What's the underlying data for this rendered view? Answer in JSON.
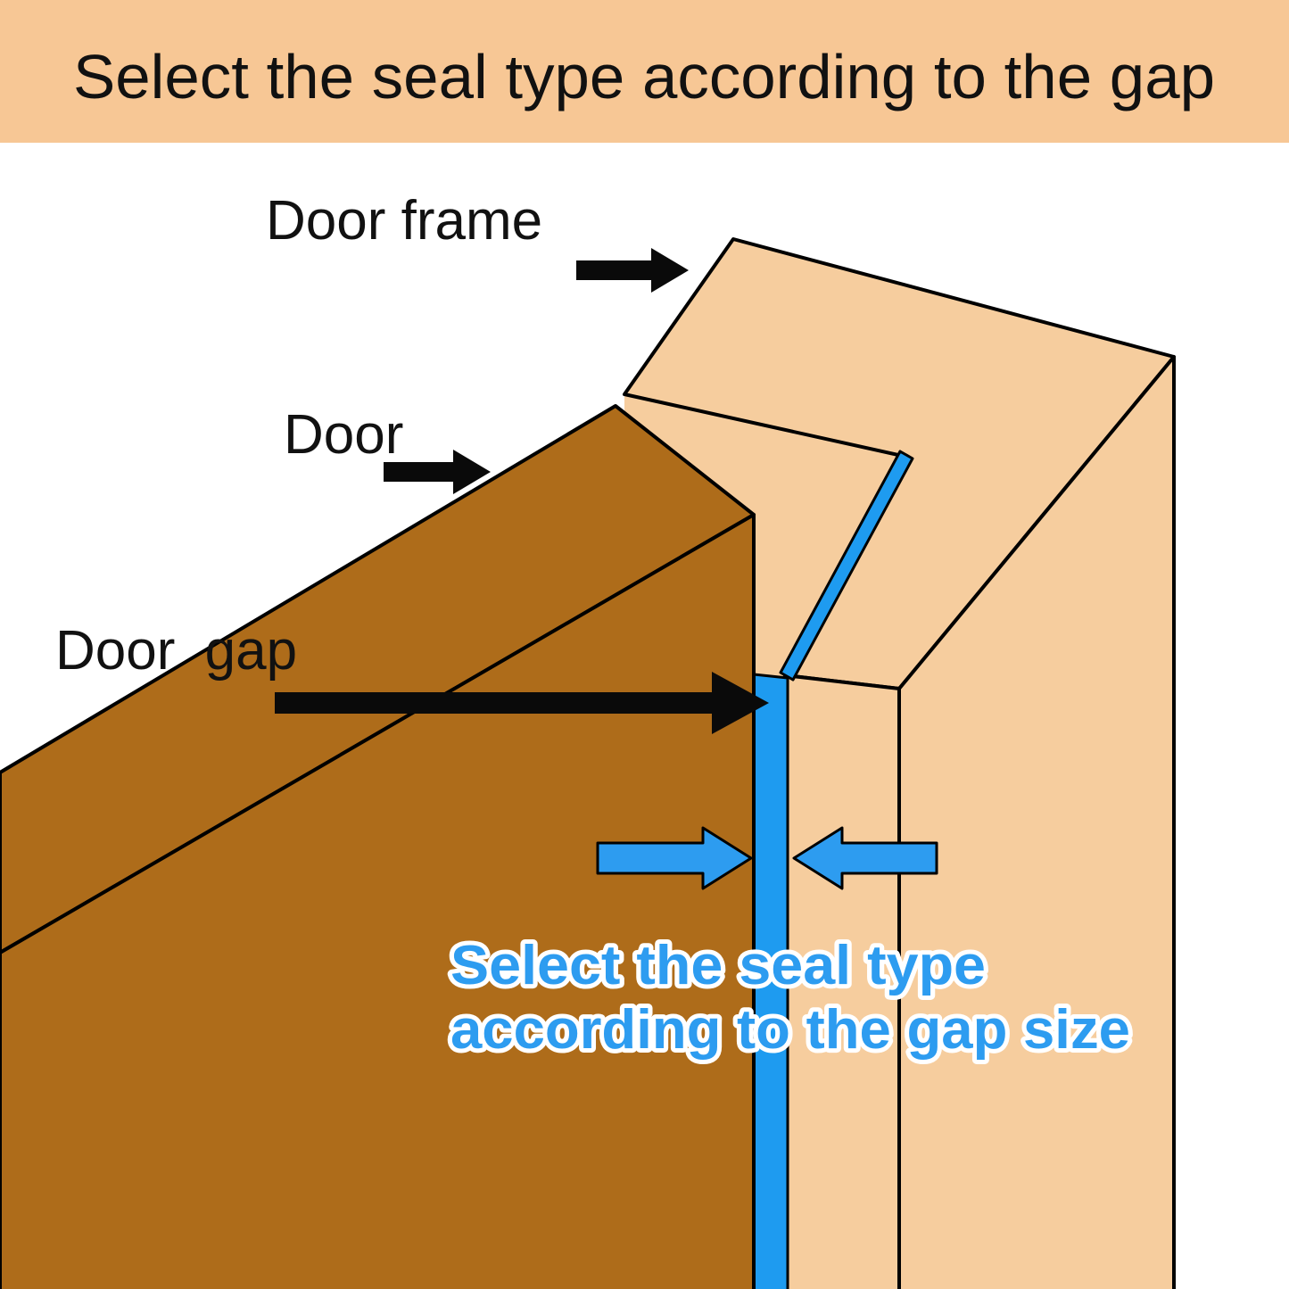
{
  "header": {
    "title": "Select the seal type according to the gap",
    "bg": "#F7C795"
  },
  "labels": {
    "door_frame": "Door frame",
    "door": "Door",
    "door_gap": "Door gap"
  },
  "caption": {
    "line1": "Select the seal type",
    "line2": "according to the gap size",
    "color": "#2D9CF0"
  },
  "colors": {
    "background": "#FFFFFF",
    "frame": "#F6CD9E",
    "door": "#AE6C1A",
    "seal": "#1E9BF0",
    "outline": "#000000",
    "arrow_black": "#0A0A0A",
    "arrow_blue": "#2D9CF0",
    "text_black": "#111111"
  }
}
